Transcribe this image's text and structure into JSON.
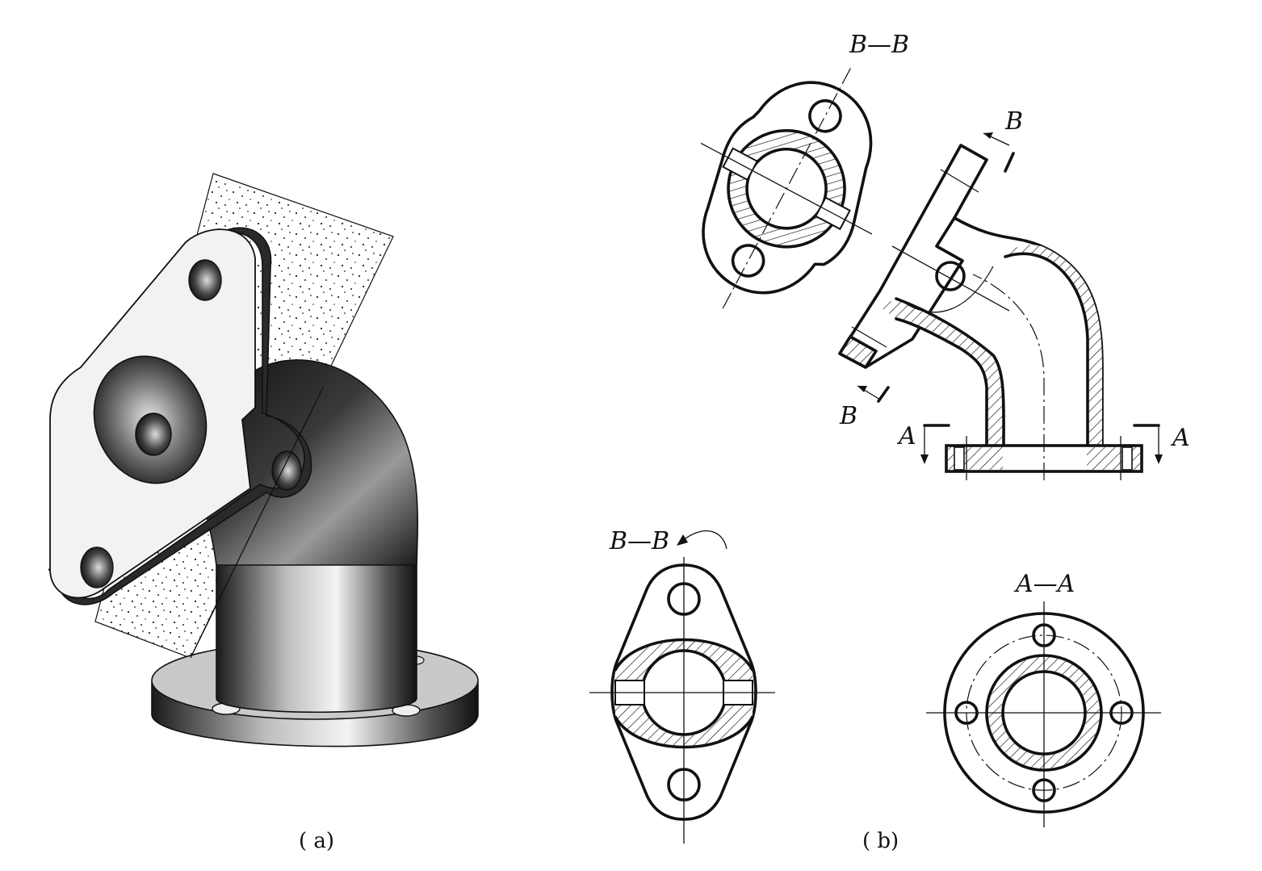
{
  "figure": {
    "views": {
      "iso": {
        "caption": "( a)"
      },
      "sections": {
        "caption": "( b)",
        "top_section_label": "B—B",
        "rotated_section_label": "B—B",
        "round_section_label": "A—A",
        "cut_mark_b_upper": "B",
        "cut_mark_b_lower": "B",
        "cut_mark_a_left": "A",
        "cut_mark_a_right": "A"
      }
    },
    "colors": {
      "line": "#111111",
      "background": "#ffffff",
      "speckle_plane": "#ffffff",
      "metal_dark": "#111111",
      "metal_light": "#f2f2f2"
    }
  }
}
